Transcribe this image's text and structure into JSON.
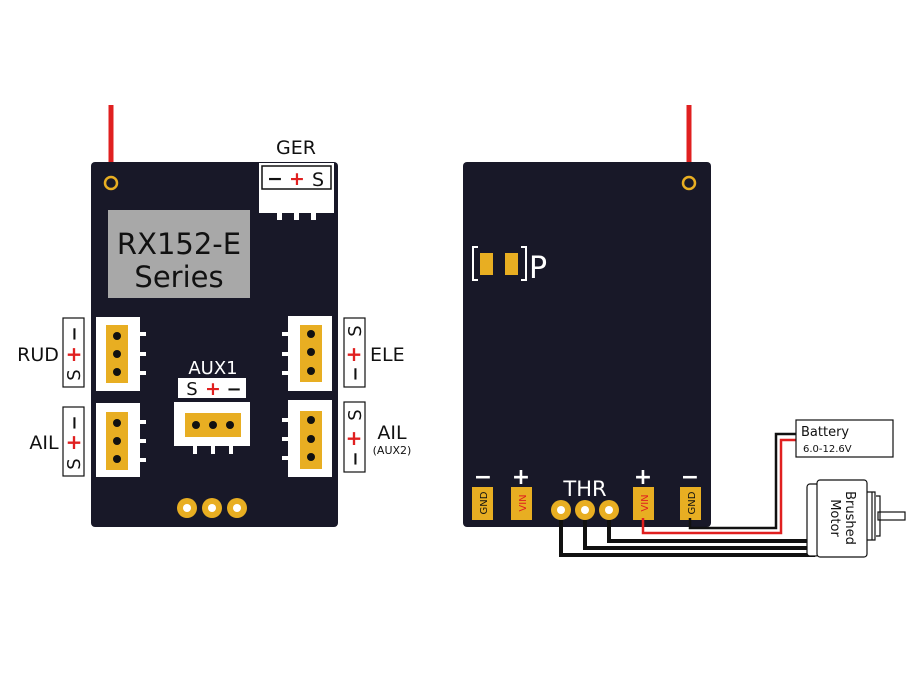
{
  "colors": {
    "board": "#181828",
    "pad": "#e8ae22",
    "wire_red": "#e02020",
    "wire_black": "#111111",
    "label_bg": "#a8a8a8"
  },
  "left_board": {
    "title_line1": "RX152-E",
    "title_line2": "Series",
    "ger": {
      "label": "GER",
      "pins": [
        "−",
        "+",
        "S"
      ]
    },
    "rud": {
      "label": "RUD",
      "pins": [
        "−",
        "+",
        "S"
      ]
    },
    "ail": {
      "label": "AIL",
      "pins": [
        "−",
        "+",
        "S"
      ]
    },
    "ele": {
      "label": "ELE",
      "pins": [
        "S",
        "+",
        "−"
      ]
    },
    "ail2": {
      "label": "AIL",
      "sublabel": "(AUX2)",
      "pins": [
        "S",
        "+",
        "−"
      ]
    },
    "aux1": {
      "label": "AUX1",
      "pins": [
        "S",
        "+",
        "−"
      ]
    }
  },
  "right_board": {
    "pad_label": "P",
    "pads": {
      "gnd": "GND",
      "vin": "VIN",
      "minus": "−",
      "plus": "+"
    },
    "thr_label": "THR",
    "battery": {
      "label": "Battery",
      "voltage": "6.0-12.6V"
    },
    "motor": {
      "line1": "Brushed",
      "line2": "Motor"
    }
  }
}
